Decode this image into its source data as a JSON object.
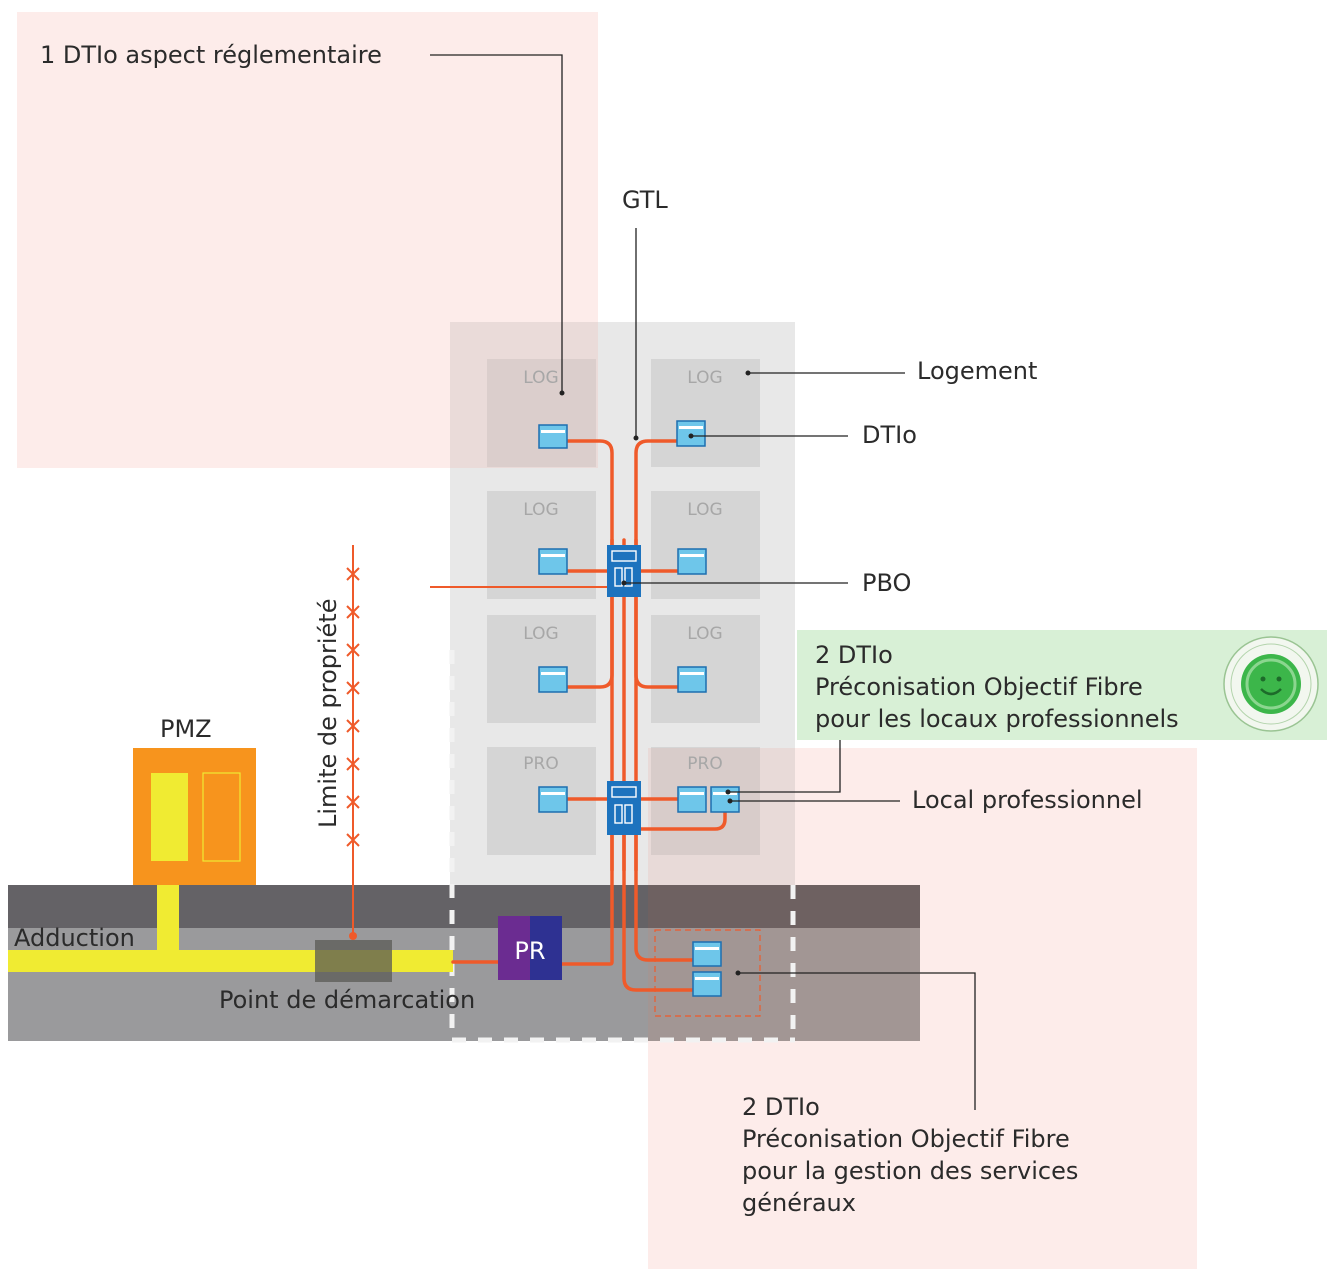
{
  "labels": {
    "dtio_reglementaire": "1 DTIo aspect réglementaire",
    "gtl": "GTL",
    "logement": "Logement",
    "dtio": "DTIo",
    "pbo": "PBO",
    "limite": "Limite de propriété",
    "pmz": "PMZ",
    "adduction": "Adduction",
    "point_demarcation": "Point de démarcation",
    "pr": "PR",
    "local_pro": "Local professionnel",
    "note_pro": [
      "2 DTIo",
      "Préconisation Objectif Fibre",
      "pour les locaux professionnels"
    ],
    "note_services": [
      "2 DTIo",
      "Préconisation Objectif Fibre",
      "pour la gestion des services",
      "généraux"
    ]
  },
  "rooms": [
    "LOG",
    "LOG",
    "LOG",
    "LOG",
    "LOG",
    "LOG",
    "PRO",
    "PRO"
  ],
  "colors": {
    "fiber": "#ef5a2a",
    "pink_zone": "#fdecea",
    "green_zone": "#d8f0d6",
    "building": "#e7e7e7",
    "room": "#d6d6d6",
    "road_dark": "#646266",
    "road_light": "#9a9a9c",
    "yellow_cable": "#f0eb32",
    "pmz": "#f7941d",
    "pbo": "#1d73be",
    "dtio": "#6ec6ea",
    "pr_left": "#6b2c91",
    "pr_right": "#2e3192"
  },
  "icons": {
    "quality_seal": "green-smiley-seal-icon"
  }
}
